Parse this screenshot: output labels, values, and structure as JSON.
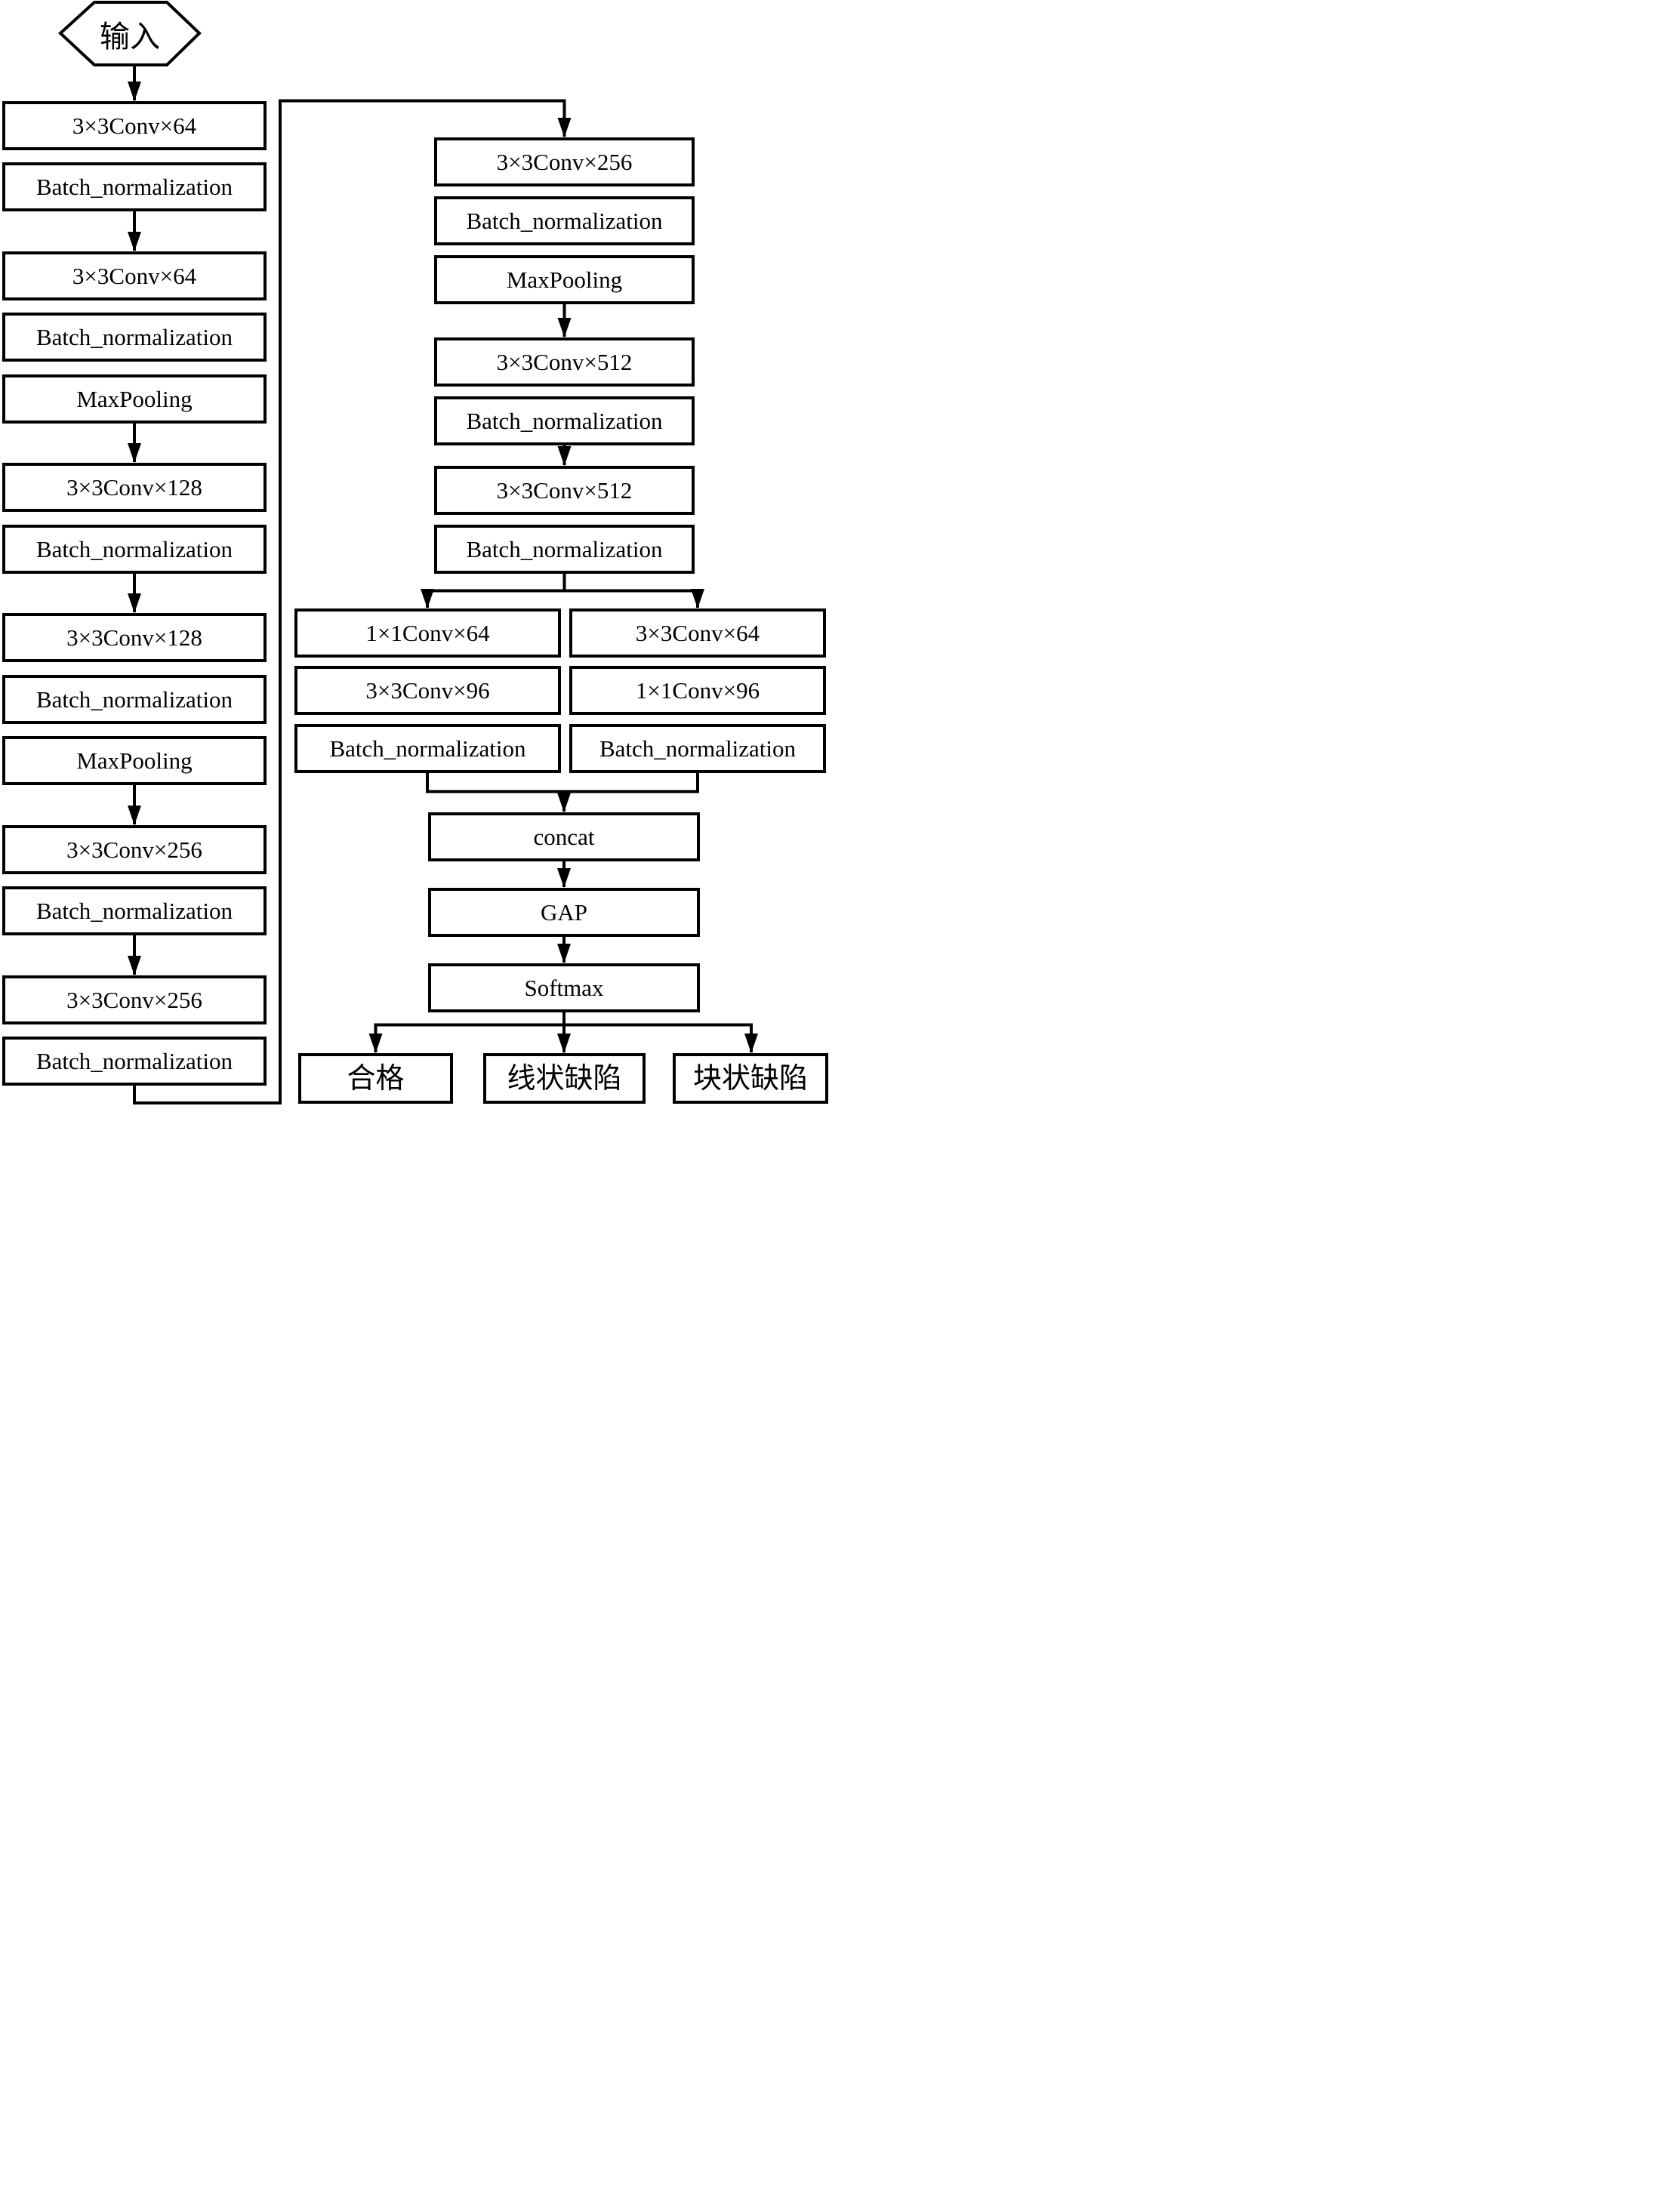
{
  "diagram": {
    "input_label": "输入",
    "left_column": [
      "3×3Conv×64",
      "Batch_normalization",
      "3×3Conv×64",
      "Batch_normalization",
      "MaxPooling",
      "3×3Conv×128",
      "Batch_normalization",
      "3×3Conv×128",
      "Batch_normalization",
      "MaxPooling",
      "3×3Conv×256",
      "Batch_normalization",
      "3×3Conv×256",
      "Batch_normalization"
    ],
    "right_column": [
      "3×3Conv×256",
      "Batch_normalization",
      "MaxPooling",
      "3×3Conv×512",
      "Batch_normalization",
      "3×3Conv×512",
      "Batch_normalization"
    ],
    "branch_left": [
      "1×1Conv×64",
      "3×3Conv×96",
      "Batch_normalization"
    ],
    "branch_right": [
      "3×3Conv×64",
      "1×1Conv×96",
      "Batch_normalization"
    ],
    "tail": [
      "concat",
      "GAP",
      "Softmax"
    ],
    "outputs": [
      "合格",
      "线状缺陷",
      "块状缺陷"
    ],
    "colors": {
      "line": "#000000",
      "box_background": "#ffffff"
    }
  }
}
